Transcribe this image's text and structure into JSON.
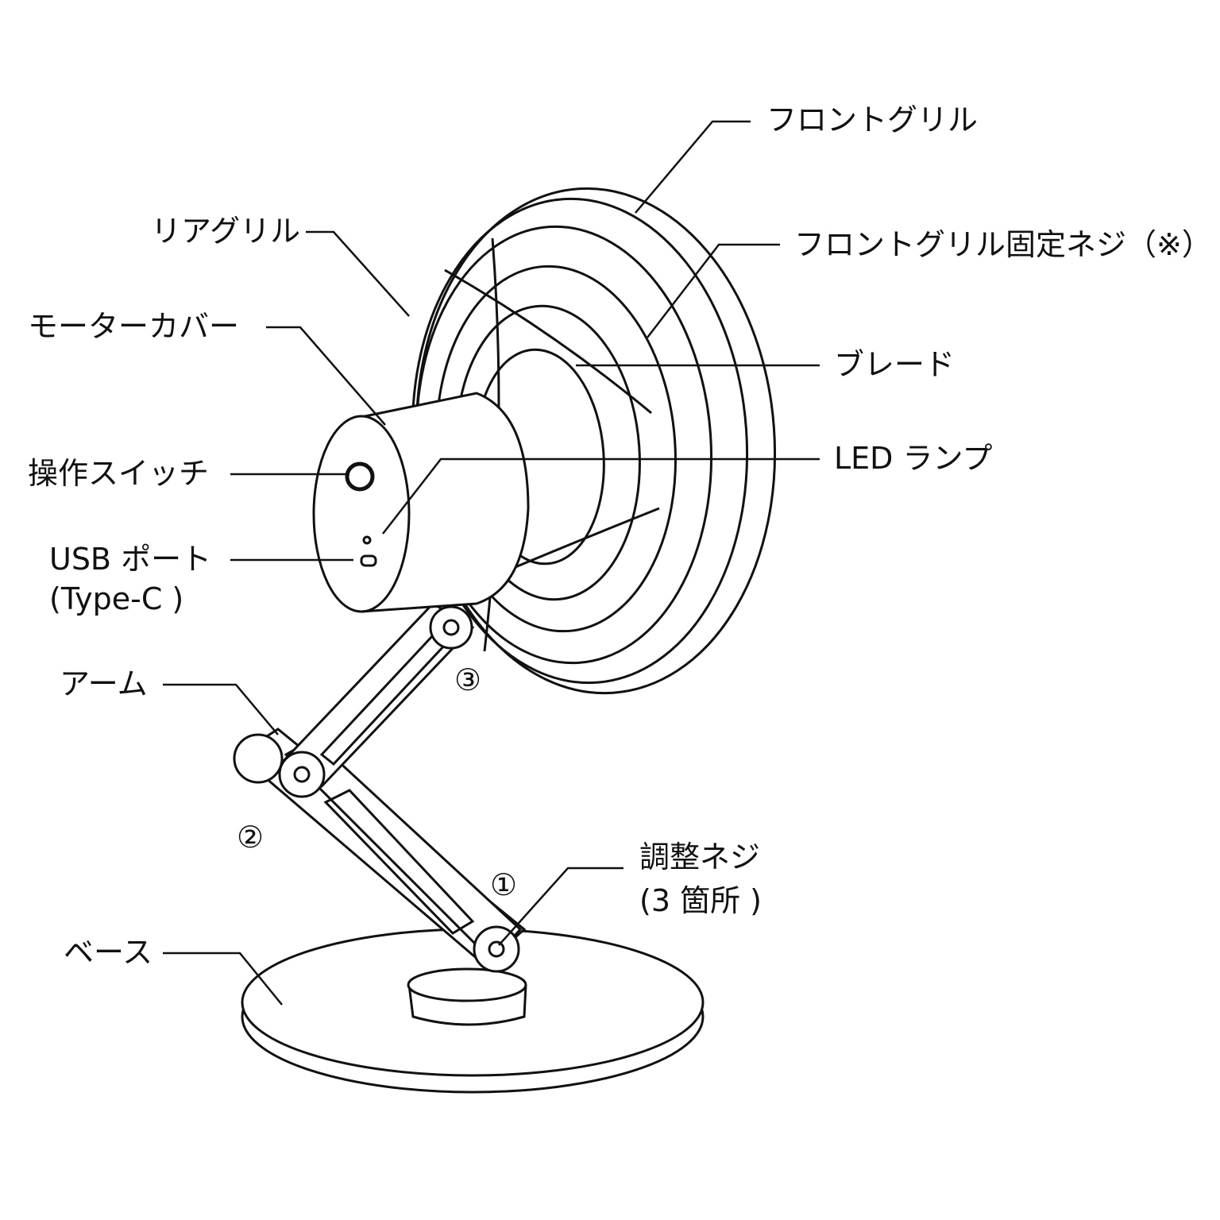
{
  "labels": {
    "front_grill": "フロントグリル",
    "rear_grill": "リアグリル",
    "front_grill_screw": "フロントグリル固定ネジ（※）",
    "motor_cover": "モーターカバー",
    "blade": "ブレード",
    "control_switch": "操作スイッチ",
    "led_lamp": "LED ランプ",
    "usb_port": "USB ポート",
    "usb_port_type": "(Type-C )",
    "arm": "アーム",
    "adjust_screw": "調整ネジ",
    "adjust_screw_count": "(3 箇所 )",
    "base": "ベース"
  },
  "joint_markers": {
    "one": "①",
    "two": "②",
    "three": "③"
  }
}
